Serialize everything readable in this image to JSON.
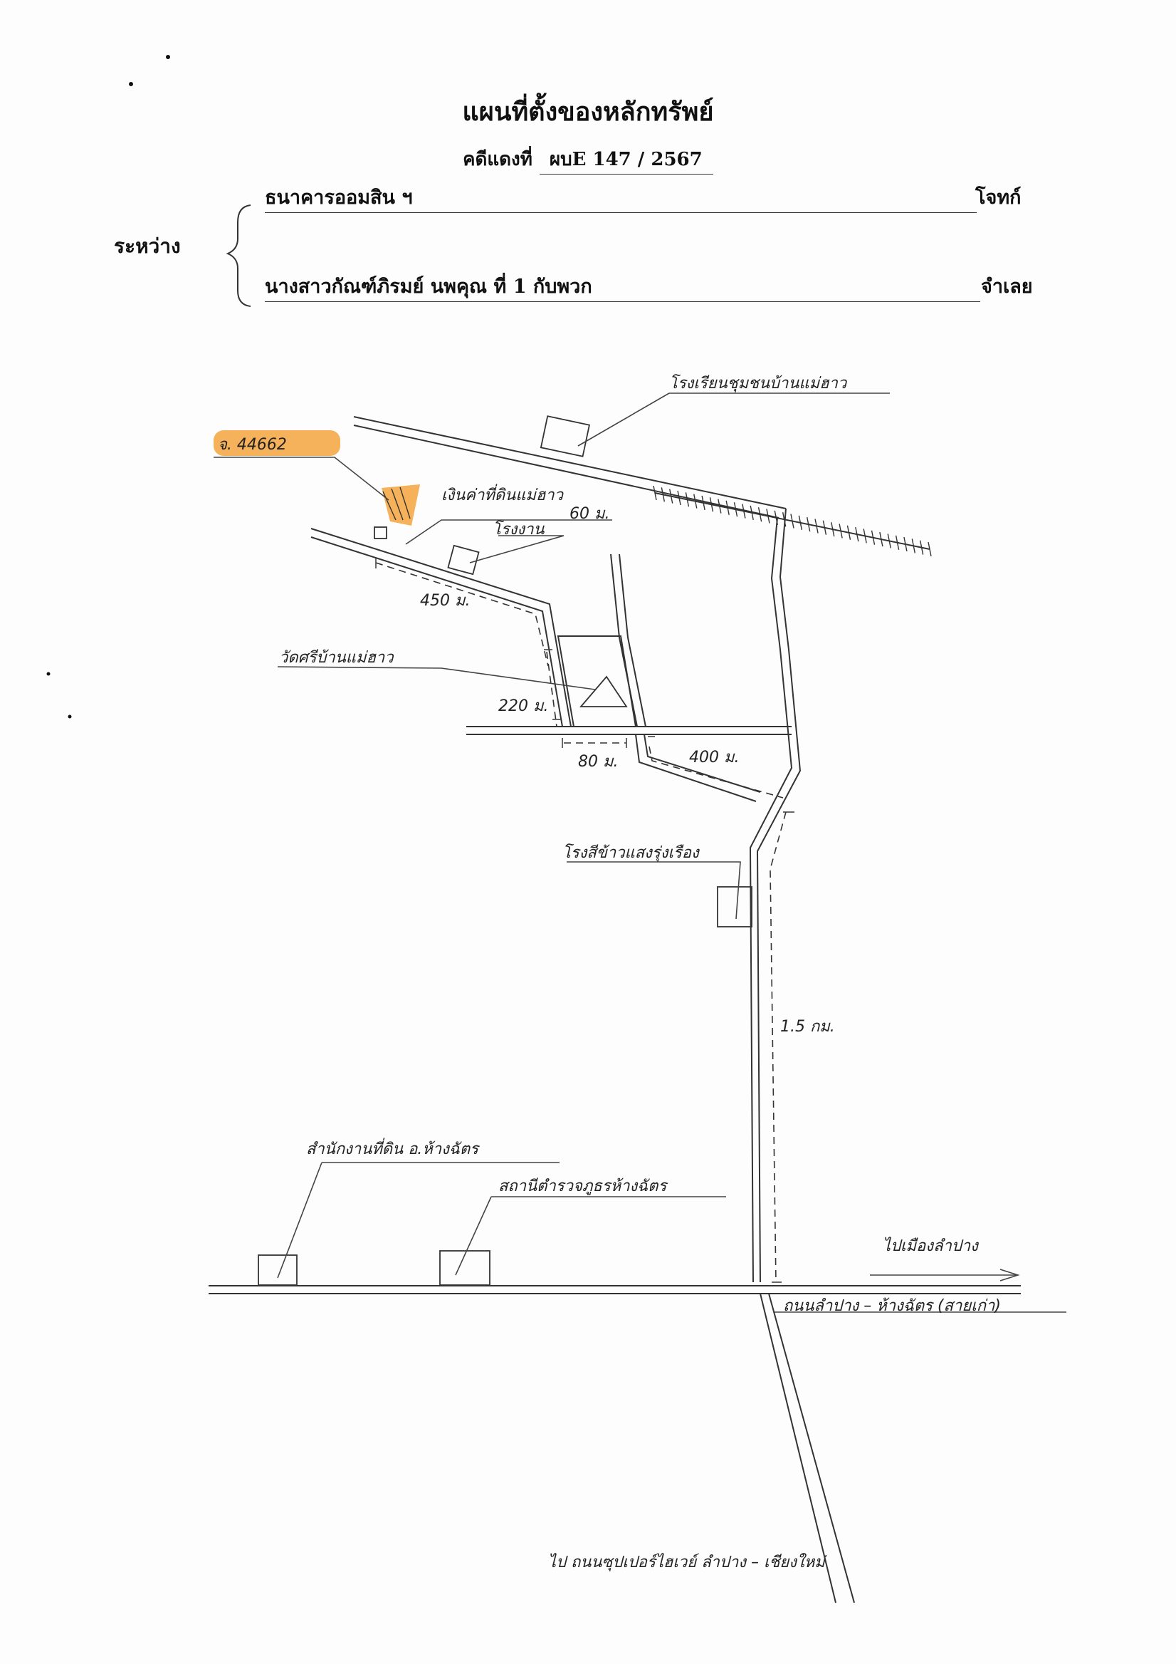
{
  "document": {
    "title": "แผนที่ตั้งของหลักทรัพย์",
    "case_label": "คดีแดงที่",
    "case_number": "ผบE 147 / 2567",
    "between_label": "ระหว่าง",
    "plaintiff": {
      "name": "ธนาคารออมสิน ฯ",
      "role": "โจทก์"
    },
    "defendant": {
      "name": "นางสาวกัณฑ์ภิรมย์  นพคุณ   ที่ 1 กับพวก",
      "role": "จำเลย"
    }
  },
  "map": {
    "labels": {
      "school_top": "โรงเรียนชุมชนบ้านแม่ฮาว",
      "highlight_plot": "จ. 44662",
      "pole_note": "เงินค่าที่ดินแม่ฮาว",
      "pole_distance": "60 ม.",
      "factory": "โรงงาน",
      "dist_450": "450 ม.",
      "temple": "วัดศรีบ้านแม่ฮาว",
      "dist_220": "220 ม.",
      "dist_80": "80 ม.",
      "dist_400": "400 ม.",
      "factory_mid": "โรงสีข้าวแสงรุ่งเรือง",
      "dist_1_5km": "1.5 กม.",
      "land_office": "สำนักงานที่ดิน อ.ห้างฉัตร",
      "police": "สถานีตำรวจภูธรห้างฉัตร",
      "to_lampang": "ไปเมืองลำปาง",
      "main_road": "ถนนลำปาง – ห้างฉัตร (สายเก่า)",
      "to_superhighway": "ไป ถนนซุปเปอร์ไฮเวย์ ลำปาง – เชียงใหม่"
    },
    "colors": {
      "highlight": "#f4a53d",
      "ink": "#333333"
    }
  }
}
